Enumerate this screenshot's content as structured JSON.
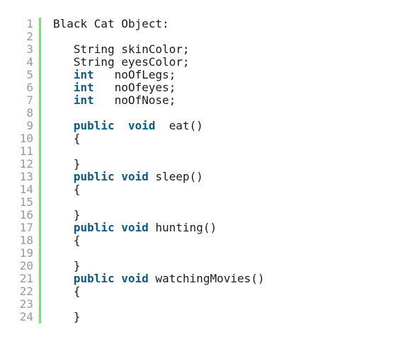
{
  "editor": {
    "accent_color": "#77dd77",
    "keyword_color": "#0b5b85",
    "line_numbers": [
      "1",
      "2",
      "3",
      "4",
      "5",
      "6",
      "7",
      "8",
      "9",
      "10",
      "11",
      "12",
      "13",
      "14",
      "15",
      "16",
      "17",
      "18",
      "19",
      "20",
      "21",
      "22",
      "23",
      "24"
    ],
    "lines": [
      {
        "parts": [
          {
            "t": "Black Cat Object:",
            "kw": false
          }
        ]
      },
      {
        "parts": []
      },
      {
        "parts": [
          {
            "t": "   String skinColor;",
            "kw": false
          }
        ]
      },
      {
        "parts": [
          {
            "t": "   String eyesColor;",
            "kw": false
          }
        ]
      },
      {
        "parts": [
          {
            "t": "   ",
            "kw": false
          },
          {
            "t": "int",
            "kw": true
          },
          {
            "t": "   noOfLegs;",
            "kw": false
          }
        ]
      },
      {
        "parts": [
          {
            "t": "   ",
            "kw": false
          },
          {
            "t": "int",
            "kw": true
          },
          {
            "t": "   noOfeyes;",
            "kw": false
          }
        ]
      },
      {
        "parts": [
          {
            "t": "   ",
            "kw": false
          },
          {
            "t": "int",
            "kw": true
          },
          {
            "t": "   noOfNose;",
            "kw": false
          }
        ]
      },
      {
        "parts": []
      },
      {
        "parts": [
          {
            "t": "   ",
            "kw": false
          },
          {
            "t": "public",
            "kw": true
          },
          {
            "t": "  ",
            "kw": false
          },
          {
            "t": "void",
            "kw": true
          },
          {
            "t": "  eat()",
            "kw": false
          }
        ]
      },
      {
        "parts": [
          {
            "t": "   {",
            "kw": false
          }
        ]
      },
      {
        "parts": []
      },
      {
        "parts": [
          {
            "t": "   }",
            "kw": false
          }
        ]
      },
      {
        "parts": [
          {
            "t": "   ",
            "kw": false
          },
          {
            "t": "public",
            "kw": true
          },
          {
            "t": " ",
            "kw": false
          },
          {
            "t": "void",
            "kw": true
          },
          {
            "t": " sleep()",
            "kw": false
          }
        ]
      },
      {
        "parts": [
          {
            "t": "   {",
            "kw": false
          }
        ]
      },
      {
        "parts": []
      },
      {
        "parts": [
          {
            "t": "   }",
            "kw": false
          }
        ]
      },
      {
        "parts": [
          {
            "t": "   ",
            "kw": false
          },
          {
            "t": "public",
            "kw": true
          },
          {
            "t": " ",
            "kw": false
          },
          {
            "t": "void",
            "kw": true
          },
          {
            "t": " hunting()",
            "kw": false
          }
        ]
      },
      {
        "parts": [
          {
            "t": "   {",
            "kw": false
          }
        ]
      },
      {
        "parts": []
      },
      {
        "parts": [
          {
            "t": "   }",
            "kw": false
          }
        ]
      },
      {
        "parts": [
          {
            "t": "   ",
            "kw": false
          },
          {
            "t": "public",
            "kw": true
          },
          {
            "t": " ",
            "kw": false
          },
          {
            "t": "void",
            "kw": true
          },
          {
            "t": " watchingMovies()",
            "kw": false
          }
        ]
      },
      {
        "parts": [
          {
            "t": "   {",
            "kw": false
          }
        ]
      },
      {
        "parts": []
      },
      {
        "parts": [
          {
            "t": "   }",
            "kw": false
          }
        ]
      }
    ]
  }
}
